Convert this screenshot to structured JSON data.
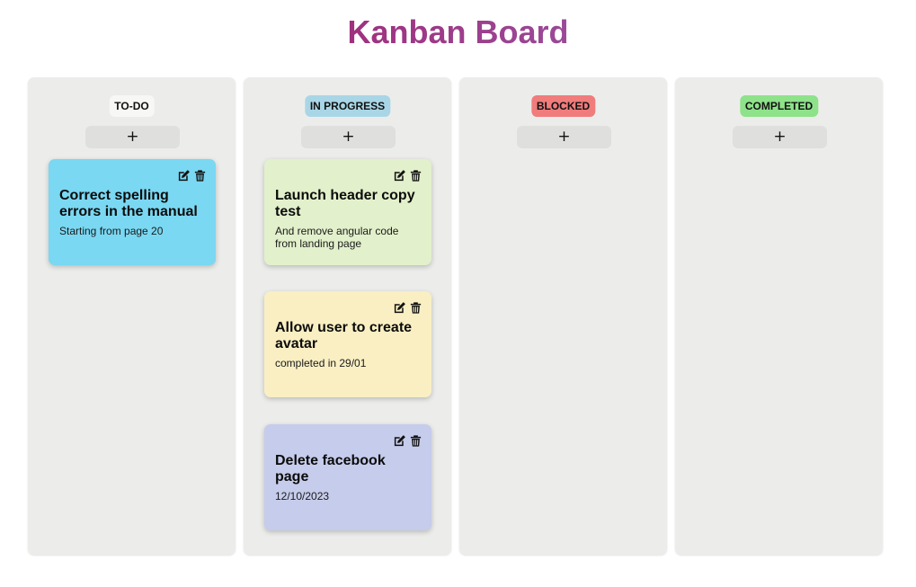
{
  "page": {
    "title": "Kanban Board"
  },
  "columns": [
    {
      "label": "TO-DO",
      "badge_color": "#f7f7f5",
      "add_label": "+",
      "cards": [
        {
          "title": "Correct spelling errors in the manual",
          "description": "Starting from page 20",
          "color": "#7ad8f2"
        }
      ]
    },
    {
      "label": "IN PROGRESS",
      "badge_color": "#a9d6e6",
      "add_label": "+",
      "cards": [
        {
          "title": "Launch header copy test",
          "description": "And remove angular code from landing page",
          "color": "#e2f0cb"
        },
        {
          "title": "Allow user to create avatar",
          "description": "completed in 29/01",
          "color": "#f9efc3"
        },
        {
          "title": "Delete facebook page",
          "description": "12/10/2023",
          "color": "#c6cceb"
        }
      ]
    },
    {
      "label": "BLOCKED",
      "badge_color": "#f07c7c",
      "add_label": "+",
      "cards": []
    },
    {
      "label": "COMPLETED",
      "badge_color": "#8ee28a",
      "add_label": "+",
      "cards": []
    }
  ],
  "icons": {
    "edit": "edit-icon",
    "delete": "trash-icon"
  }
}
